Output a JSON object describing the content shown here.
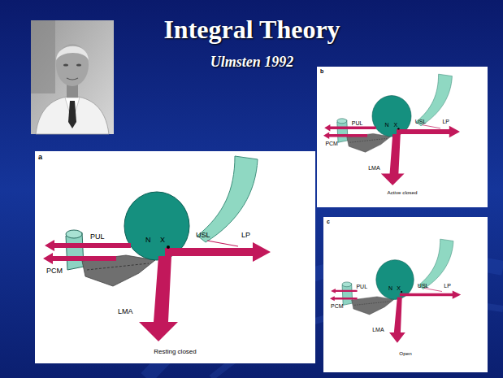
{
  "diagram": {
    "title": "Integral Theory",
    "nodes": [
      {
        "text": [
          "a",
          "Resting closed"
        ]
      },
      {
        "text": [
          "b",
          "Active closed"
        ]
      },
      {
        "text": [
          "c",
          "Open"
        ]
      }
    ],
    "labels": [
      "Ulmsten 1992",
      "PUL",
      "PCM",
      "N",
      "X",
      "USL",
      "LP",
      "LMA",
      "PUL",
      "PCM",
      "N",
      "X",
      "USL",
      "LP",
      "LMA",
      "PUL",
      "PCM",
      "N",
      "X",
      "USL",
      "LP",
      "LMA"
    ]
  }
}
